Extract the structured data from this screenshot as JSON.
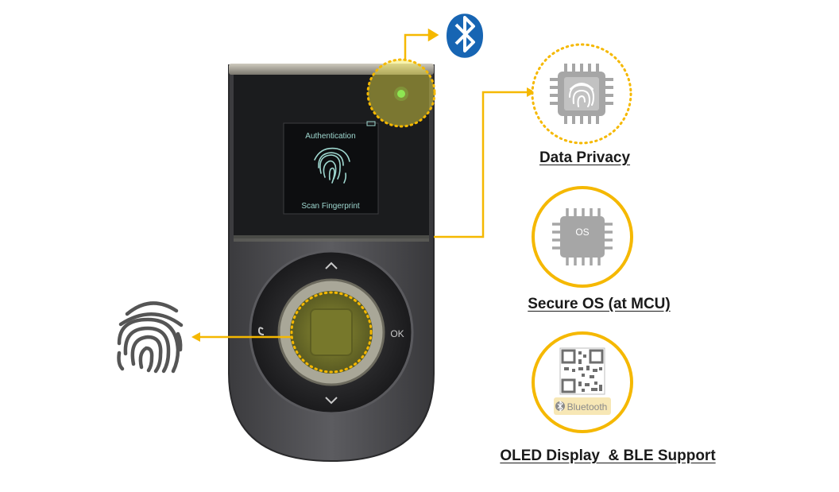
{
  "device": {
    "screen_title": "Authentication",
    "screen_subtitle": "Scan Fingerprint",
    "button_ok": "OK"
  },
  "features": {
    "data_privacy": "Data Privacy",
    "secure_os": "Secure OS (at MCU)",
    "oled_ble": "OLED Display  & BLE Support"
  },
  "chip_os_text": "OS",
  "qr_badge_text": "Bluetooth",
  "icons": [
    "bluetooth-icon",
    "fingerprint-icon",
    "chip-fingerprint-icon",
    "chip-os-icon",
    "qr-code-icon"
  ],
  "colors": {
    "accent": "#f5b800",
    "bluetooth": "#1765b3",
    "device_body": "#4a4a4d",
    "screen_text": "#9fd8d0",
    "led": "#3de85a"
  }
}
